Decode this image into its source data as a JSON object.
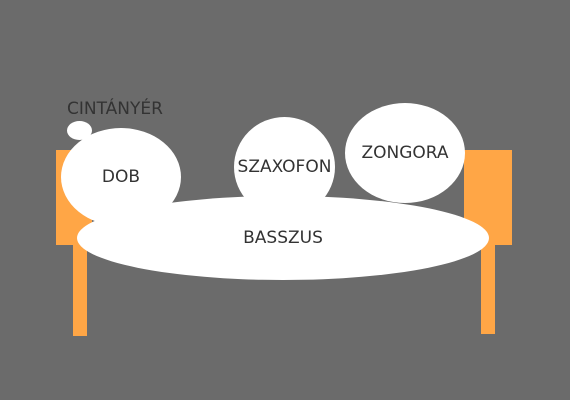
{
  "colors": {
    "background": "#6b6b6b",
    "stand": "#ffa646",
    "shape": "#ffffff",
    "text": "#333333"
  },
  "instruments": {
    "cymbal": "CINTÁNYÉR",
    "drum": "DOB",
    "saxophone": "SZAXOFON",
    "piano": "ZONGORA",
    "bass": "BASSZUS"
  }
}
